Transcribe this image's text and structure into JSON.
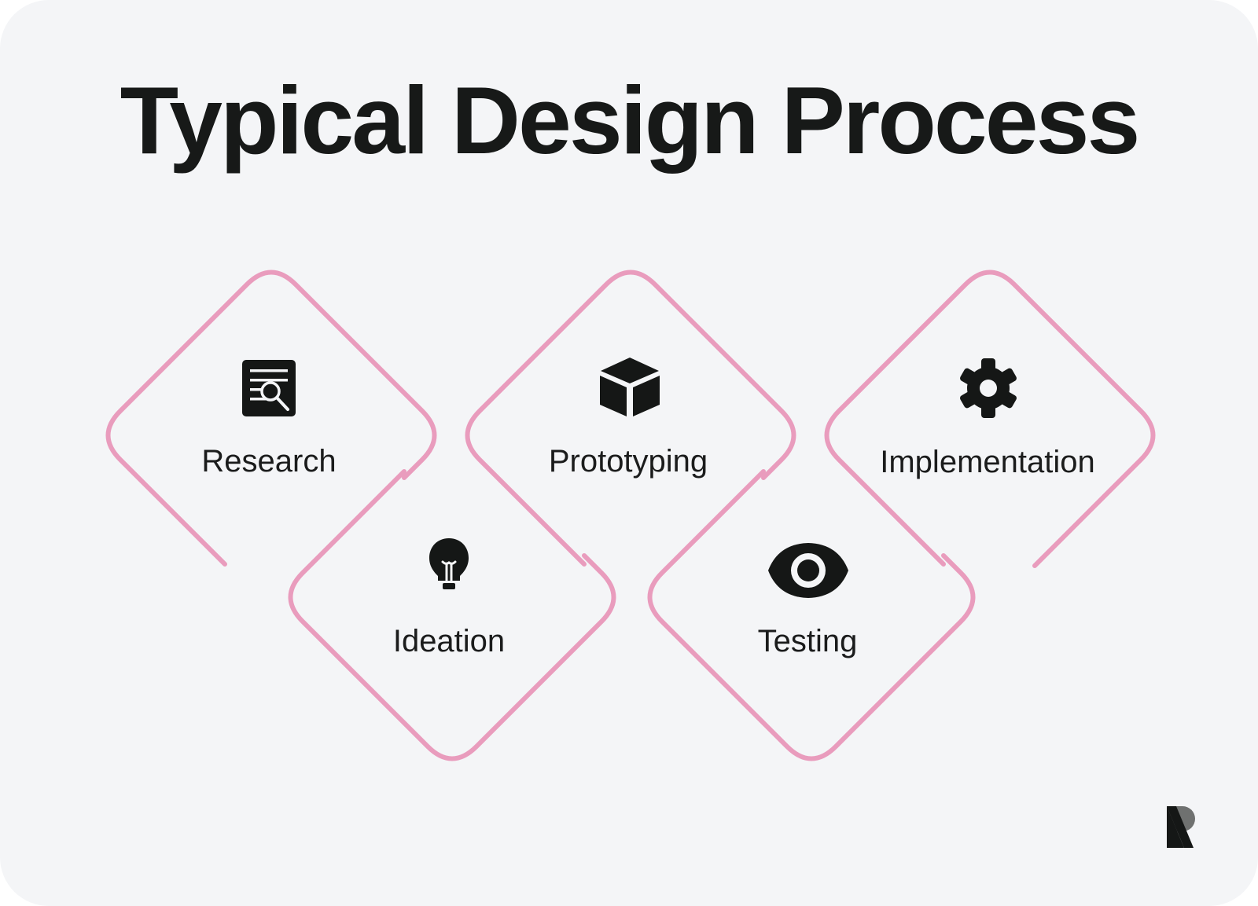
{
  "title": "Typical Design Process",
  "colors": {
    "background": "#f4f5f7",
    "outline": "#e99cbd",
    "text": "#171918",
    "icon": "#151716"
  },
  "steps": [
    {
      "label": "Research",
      "icon": "document-search-icon"
    },
    {
      "label": "Ideation",
      "icon": "lightbulb-icon"
    },
    {
      "label": "Prototyping",
      "icon": "cube-icon"
    },
    {
      "label": "Testing",
      "icon": "eye-icon"
    },
    {
      "label": "Implementation",
      "icon": "gear-icon"
    }
  ],
  "logo": "R"
}
